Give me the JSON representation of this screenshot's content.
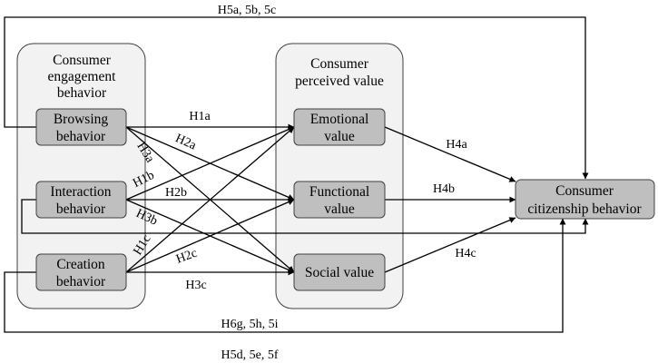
{
  "groups": {
    "engagement": [
      "Consumer",
      "engagement",
      "behavior"
    ],
    "perceived": [
      "Consumer",
      "perceived value"
    ]
  },
  "nodes": {
    "browsing": [
      "Browsing",
      "behavior"
    ],
    "interaction": [
      "Interaction",
      "behavior"
    ],
    "creation": [
      "Creation",
      "behavior"
    ],
    "emotional": [
      "Emotional",
      "value"
    ],
    "functional": [
      "Functional",
      "value"
    ],
    "social": [
      "Social value"
    ],
    "citizenship": [
      "Consumer",
      "citizenship behavior"
    ]
  },
  "edges": {
    "h1a": "H1a",
    "h1b": "H1b",
    "h1c": "H1c",
    "h2a": "H2a",
    "h2b": "H2b",
    "h2c": "H2c",
    "h3a": "H3a",
    "h3b": "H3b",
    "h3c": "H3c",
    "h4a": "H4a",
    "h4b": "H4b",
    "h4c": "H4c",
    "h5abc": "H5a, 5b, 5c",
    "h5def": "H5d, 5e, 5f",
    "h6ghi": "H6g, 5h, 5i"
  }
}
